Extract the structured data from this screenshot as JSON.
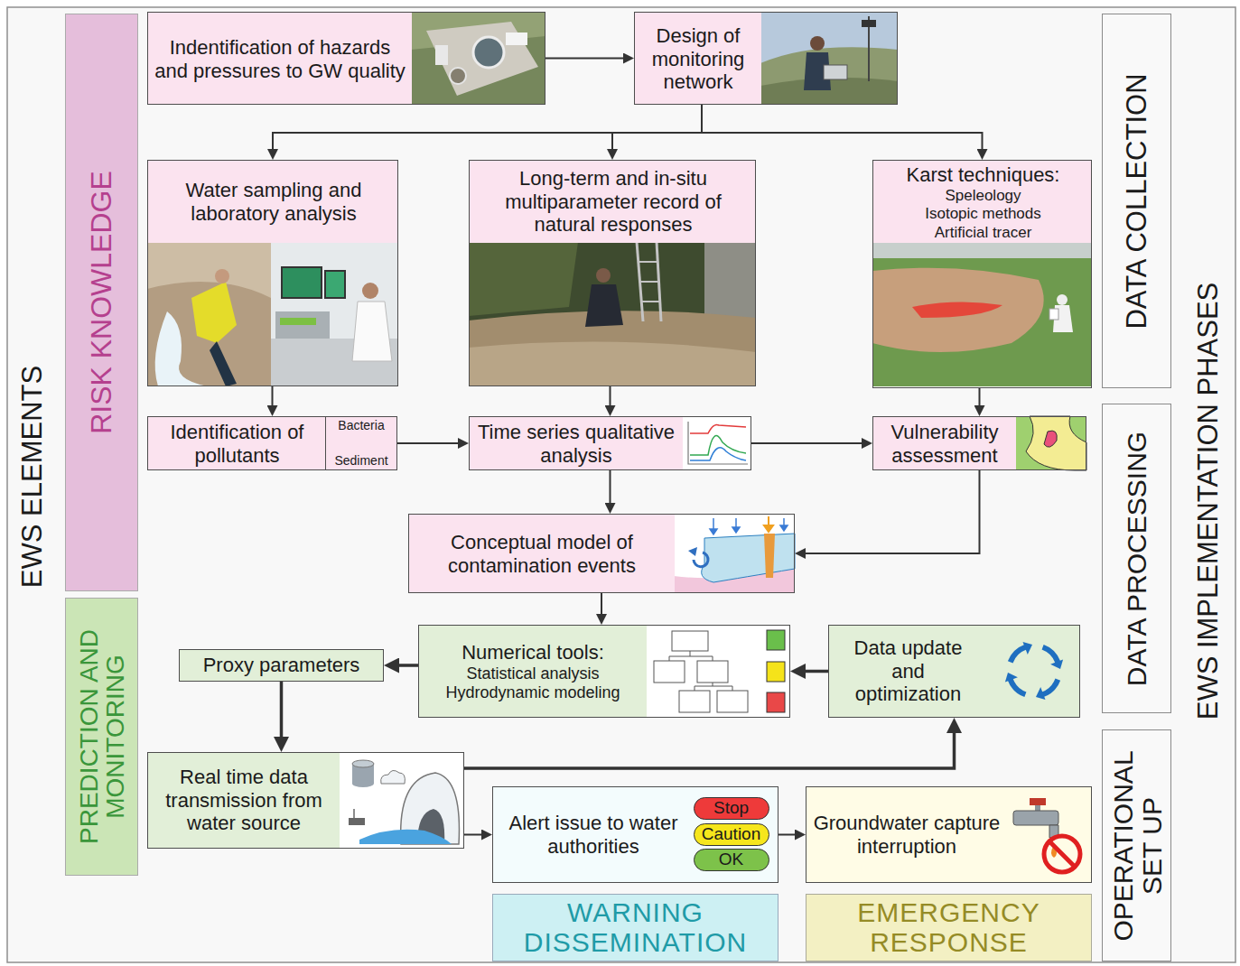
{
  "diagram": {
    "nodes": [
      {
        "text": [
          "RISK KNOWLEDGE"
        ]
      },
      {
        "text": [
          "PREDICTION AND MONITORING"
        ]
      },
      {
        "text": [
          "Indentification of hazards and pressures to GW quality"
        ]
      },
      {
        "text": [
          "Design of monitoring network"
        ]
      },
      {
        "text": [
          "DATA COLLECTION"
        ]
      },
      {
        "text": [
          "Water sampling and laboratory analysis"
        ]
      },
      {
        "text": [
          "Long-term and in-situ multiparameter record of natural responses"
        ]
      },
      {
        "text": [
          "Karst techniques:",
          "Speleology",
          "Isotopic methods",
          "Artificial tracer"
        ]
      },
      {
        "text": [
          "Identification of pollutants"
        ]
      },
      {
        "text": [
          "Bacteria",
          "Sediment"
        ],
        "in": 8
      },
      {
        "text": [
          "Time series qualitative analysis"
        ]
      },
      {
        "text": [
          "Vulnerability assessment"
        ]
      },
      {
        "text": [
          "DATA PROCESSING"
        ]
      },
      {
        "text": [
          "Conceptual model of contamination events"
        ]
      },
      {
        "text": [
          "Proxy parameters"
        ]
      },
      {
        "text": [
          "Numerical tools:",
          "Statistical analysis",
          "Hydrodynamic modeling"
        ]
      },
      {
        "text": [
          "Data update and optimization"
        ]
      },
      {
        "text": [
          "OPERATIONAL SET UP"
        ]
      },
      {
        "text": [
          "Real time data transmission from water source"
        ]
      },
      {
        "text": [
          "Alert issue to water authorities"
        ]
      },
      {
        "text": [
          "Stop"
        ],
        "in": 19
      },
      {
        "text": [
          "Caution"
        ],
        "in": 19
      },
      {
        "text": [
          "OK"
        ],
        "in": 19
      },
      {
        "text": [
          "Groundwater capture interruption"
        ]
      },
      {
        "text": [
          "WARNING DISSEMINATION"
        ]
      },
      {
        "text": [
          "EMERGENCY RESPONSE"
        ]
      }
    ],
    "edges": [
      {
        "from": 2,
        "to": 3,
        "arrow": "to"
      },
      {
        "from": 3,
        "to": 5,
        "arrow": "to"
      },
      {
        "from": 3,
        "to": 6,
        "arrow": "to"
      },
      {
        "from": 3,
        "to": 7,
        "arrow": "to"
      },
      {
        "from": 5,
        "to": 8,
        "arrow": "to"
      },
      {
        "from": 6,
        "to": 10,
        "arrow": "to"
      },
      {
        "from": 7,
        "to": 11,
        "arrow": "to"
      },
      {
        "from": 8,
        "to": 10,
        "arrow": "to"
      },
      {
        "from": 10,
        "to": 11,
        "arrow": "to"
      },
      {
        "from": 10,
        "to": 13,
        "arrow": "to"
      },
      {
        "from": 11,
        "to": 13,
        "arrow": "to"
      },
      {
        "from": 13,
        "to": 15,
        "arrow": "to"
      },
      {
        "from": 15,
        "to": 14,
        "arrow": "to"
      },
      {
        "from": 16,
        "to": 15,
        "arrow": "to"
      },
      {
        "from": 14,
        "to": 18,
        "arrow": "to"
      },
      {
        "from": 18,
        "to": 16,
        "arrow": "to"
      },
      {
        "from": 18,
        "to": 19,
        "arrow": "to"
      },
      {
        "from": 19,
        "to": 23,
        "arrow": "to"
      }
    ],
    "labels": [
      "EWS ELEMENTS",
      "EWS IMPLEMENTATION PHASES"
    ]
  }
}
